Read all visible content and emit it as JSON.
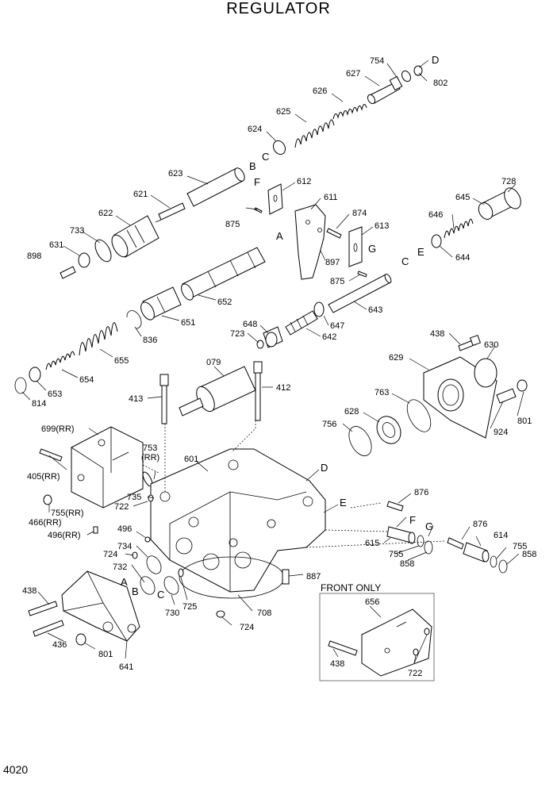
{
  "title": "REGULATOR",
  "page_number": "4020",
  "front_only_label": "FRONT ONLY",
  "labels": {
    "l754": "754",
    "lD1": "D",
    "l802": "802",
    "l627": "627",
    "l626": "626",
    "l625": "625",
    "l624": "624",
    "lC1": "C",
    "lB1": "B",
    "l623": "623",
    "lF1": "F",
    "l612": "612",
    "l621": "621",
    "l611": "611",
    "l622": "622",
    "l875a": "875",
    "l874": "874",
    "l728": "728",
    "l645": "645",
    "l646": "646",
    "l733": "733",
    "l613": "613",
    "lA1": "A",
    "l631": "631",
    "l898": "898",
    "lG1": "G",
    "l897": "897",
    "l644": "644",
    "lE1": "E",
    "lC2": "C",
    "l875b": "875",
    "l652": "652",
    "l643": "643",
    "l651": "651",
    "l836": "836",
    "l648": "648",
    "l647": "647",
    "l723a": "723",
    "l642": "642",
    "l655": "655",
    "l654": "654",
    "l438a": "438",
    "l630": "630",
    "l629": "629",
    "l079": "079",
    "l653": "653",
    "l814": "814",
    "l412": "412",
    "l413": "413",
    "l763": "763",
    "l801a": "801",
    "l628": "628",
    "l924": "924",
    "l756": "756",
    "l699": "699(RR)",
    "l753": "753",
    "l753rr": "(RR)",
    "l601": "601",
    "lD2": "D",
    "l405": "405(RR)",
    "l735": "735",
    "l722a": "722",
    "l876a": "876",
    "lE2": "E",
    "l755rr": "755(RR)",
    "l466": "466(RR)",
    "l496rr": "496(RR)",
    "lF2": "F",
    "l496": "496",
    "lG2": "G",
    "l876b": "876",
    "l615": "615",
    "l614": "614",
    "l755a": "755",
    "l755b": "755",
    "l858a": "858",
    "l858b": "858",
    "l734": "734",
    "l724a": "724",
    "l732": "732",
    "lA2": "A",
    "lB2": "B",
    "lC3": "C",
    "l887": "887",
    "l438b": "438",
    "l730": "730",
    "l725": "725",
    "l708": "708",
    "l724b": "724",
    "l656": "656",
    "l436": "436",
    "l801b": "801",
    "l641": "641",
    "l438c": "438",
    "l722b": "722"
  }
}
